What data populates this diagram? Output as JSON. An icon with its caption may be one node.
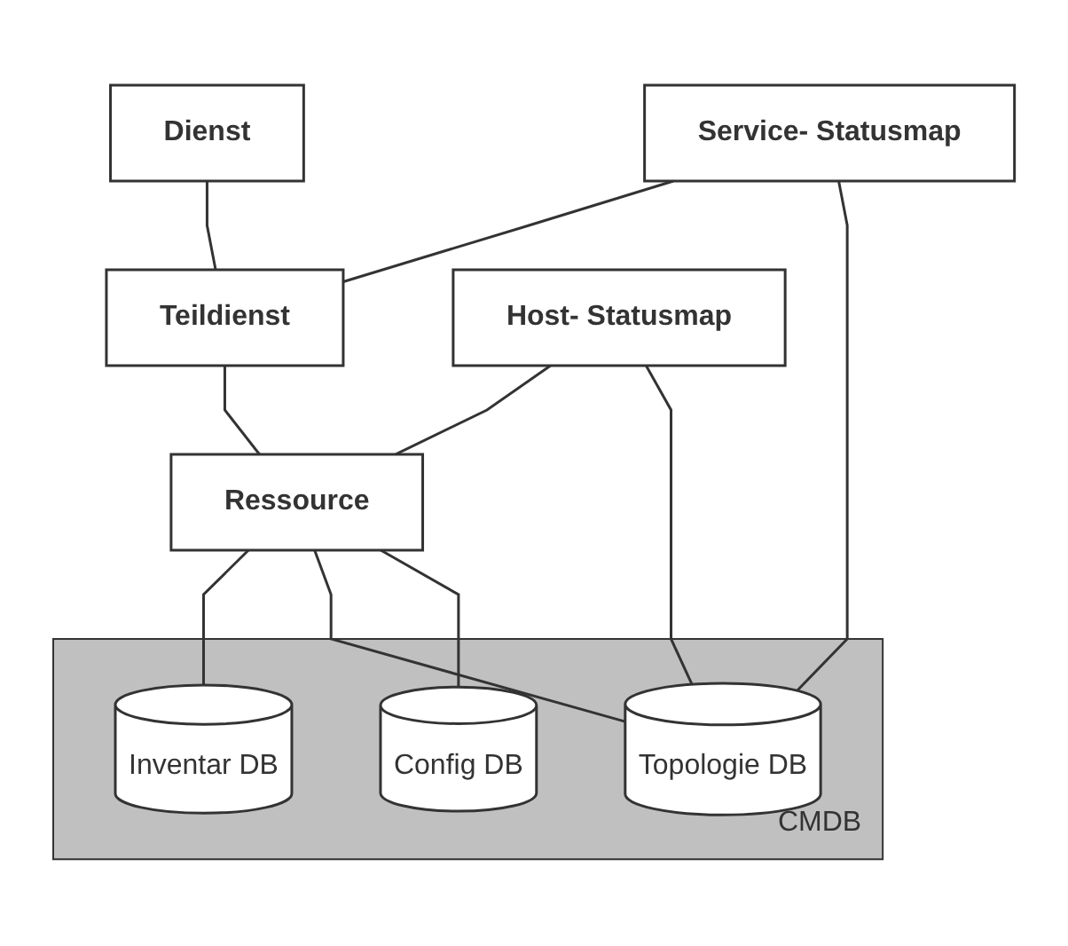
{
  "diagram": {
    "nodes": [
      {
        "text": [
          "Dienst"
        ]
      },
      {
        "text": [
          "Service- Statusmap"
        ]
      },
      {
        "text": [
          "Teildienst"
        ]
      },
      {
        "text": [
          "Host- Statusmap"
        ]
      },
      {
        "text": [
          "Ressource"
        ]
      },
      {
        "text": [
          "CMDB"
        ]
      },
      {
        "text": [
          "Inventar DB"
        ],
        "in": 5
      },
      {
        "text": [
          "Topologie DB"
        ],
        "in": 5
      },
      {
        "text": [
          "Config DB"
        ],
        "in": 5
      }
    ],
    "edges": [
      {
        "from": 0,
        "to": 2,
        "arrow": "none"
      },
      {
        "from": 1,
        "to": 2,
        "arrow": "none"
      },
      {
        "from": 2,
        "to": 4,
        "arrow": "none"
      },
      {
        "from": 3,
        "to": 4,
        "arrow": "none"
      },
      {
        "from": 4,
        "to": 6,
        "arrow": "none"
      },
      {
        "from": 4,
        "to": 7,
        "arrow": "none"
      },
      {
        "from": 4,
        "to": 8,
        "arrow": "none"
      },
      {
        "from": 3,
        "to": 7,
        "arrow": "none"
      },
      {
        "from": 1,
        "to": 7,
        "arrow": "none"
      }
    ]
  }
}
